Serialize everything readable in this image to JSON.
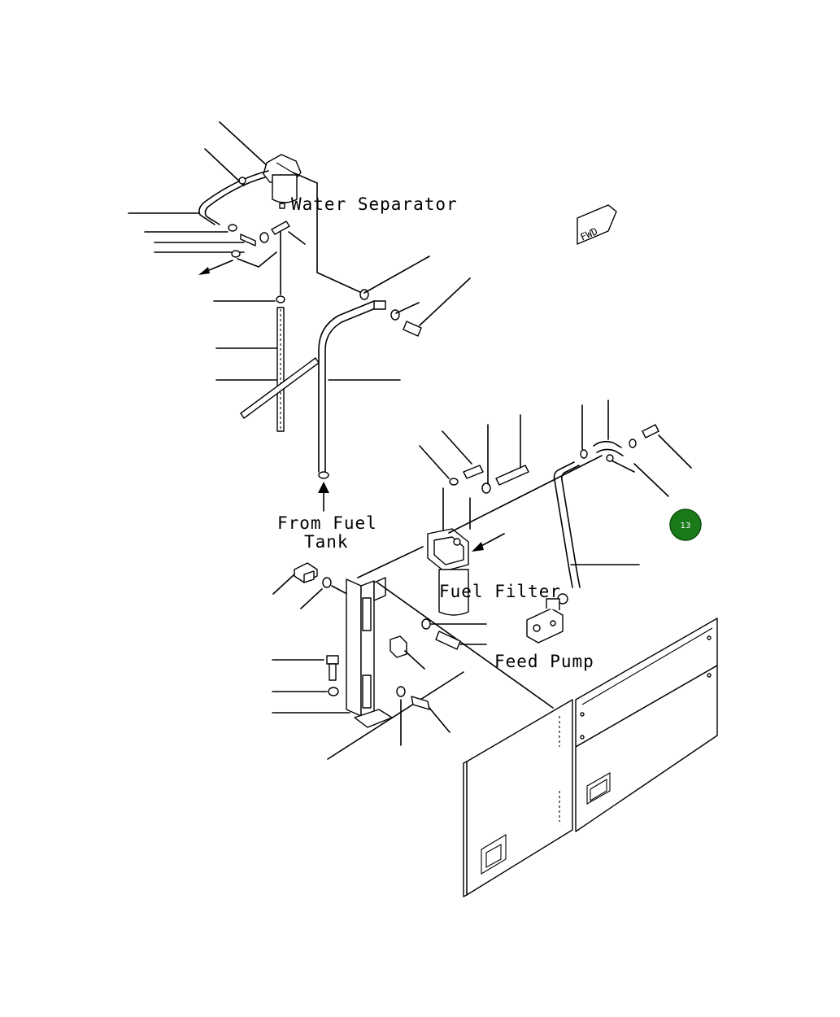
{
  "labels": {
    "water_separator": "Water Separator",
    "from_fuel_tank_line1": "From Fuel",
    "from_fuel_tank_line2": "Tank",
    "fuel_filter": "Fuel Filter",
    "feed_pump": "Feed Pump",
    "fwd": "FWD"
  },
  "callout_badge": {
    "number": "13",
    "color": "#1a7a1a"
  }
}
